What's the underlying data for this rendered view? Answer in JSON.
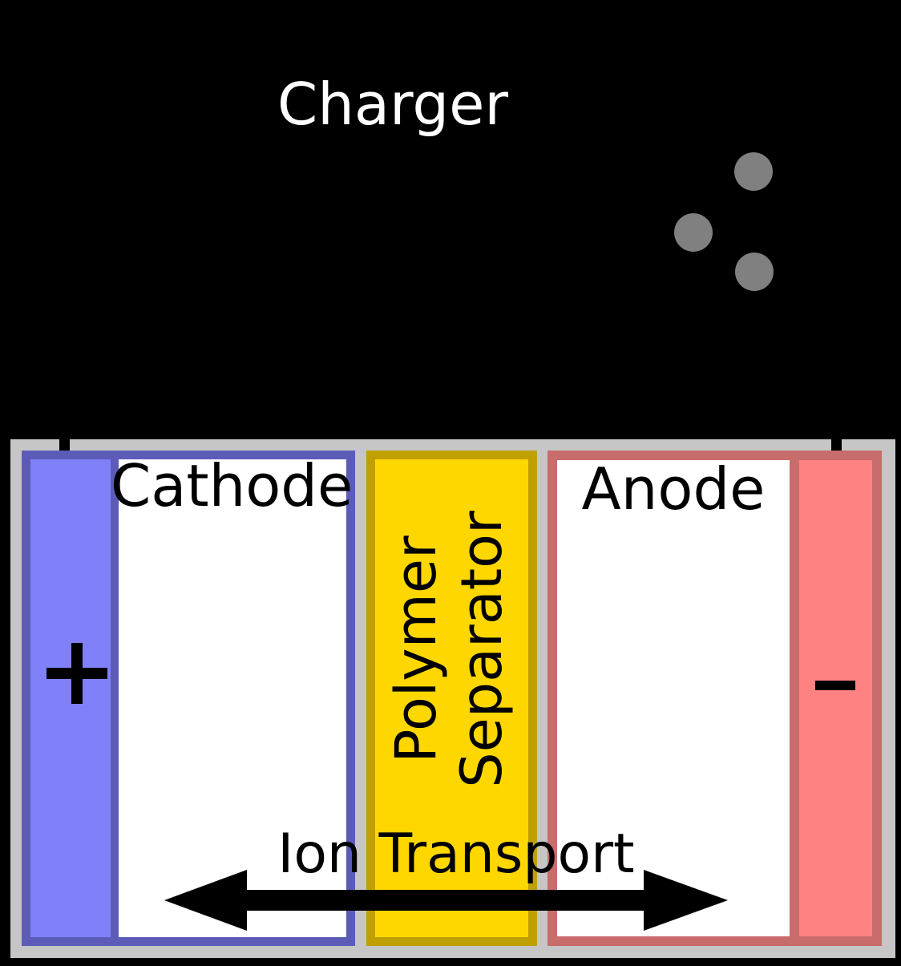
{
  "charger": {
    "label": "Charger"
  },
  "electrons": {
    "count": 3,
    "icon": "electron-dot"
  },
  "battery": {
    "cathode": {
      "label": "Cathode",
      "terminal_sign": "+"
    },
    "separator": {
      "label_line1": "Polymer",
      "label_line2": "Separator"
    },
    "anode": {
      "label": "Anode",
      "terminal_sign": "−"
    },
    "ion_transport_label": "Ion Transport"
  },
  "colors": {
    "background": "#000000",
    "case_gray": "#C6C6C6",
    "electron_gray": "#808080",
    "cathode_fill": "#8080F8",
    "cathode_border": "#5C5CB8",
    "separator_fill": "#FFD700",
    "separator_border": "#C0A000",
    "anode_fill": "#FF8282",
    "anode_border": "#C86C6C",
    "arrow_black": "#000000",
    "charger_text": "#FFFFFF",
    "label_text": "#000000"
  }
}
